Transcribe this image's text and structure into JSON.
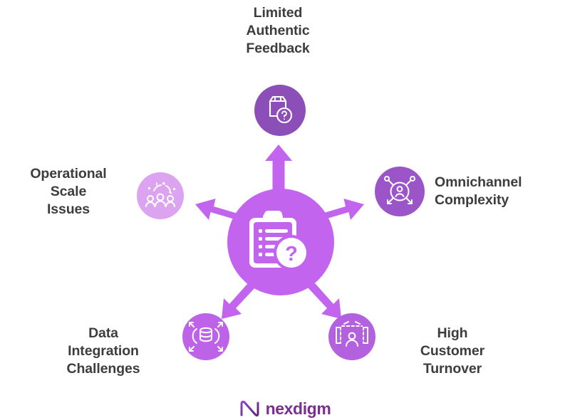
{
  "diagram": {
    "title_present": false,
    "hub": {
      "icon": "clipboard-question-icon",
      "color": "#C264EE"
    },
    "arrow_color": "#C264EE",
    "background_color": "#FFFFFF",
    "label_color": "#3D3D3F",
    "nodes": [
      {
        "id": "limited-authentic-feedback",
        "label": "Limited\nAuthentic\nFeedback",
        "icon": "package-question-icon",
        "circle_color": "#8C4FB8",
        "position": "top"
      },
      {
        "id": "operational-scale-issues",
        "label": "Operational\nScale\nIssues",
        "icon": "people-growth-icon",
        "circle_color": "#DCA4F0",
        "position": "left"
      },
      {
        "id": "omnichannel-complexity",
        "label": "Omnichannel\nComplexity",
        "icon": "user-network-icon",
        "circle_color": "#9B55C9",
        "position": "right"
      },
      {
        "id": "data-integration-challenges",
        "label": "Data\nIntegration\nChallenges",
        "icon": "database-expand-icon",
        "circle_color": "#BD63E8",
        "position": "bottom-left"
      },
      {
        "id": "high-customer-turnover",
        "label": "High\nCustomer\nTurnover",
        "icon": "customer-churn-icon",
        "circle_color": "#B461E0",
        "position": "bottom-right"
      }
    ]
  },
  "brand": {
    "name": "nexdigm",
    "mark": "nexdigm-n-mark-icon",
    "color": "#7A2F8F"
  }
}
